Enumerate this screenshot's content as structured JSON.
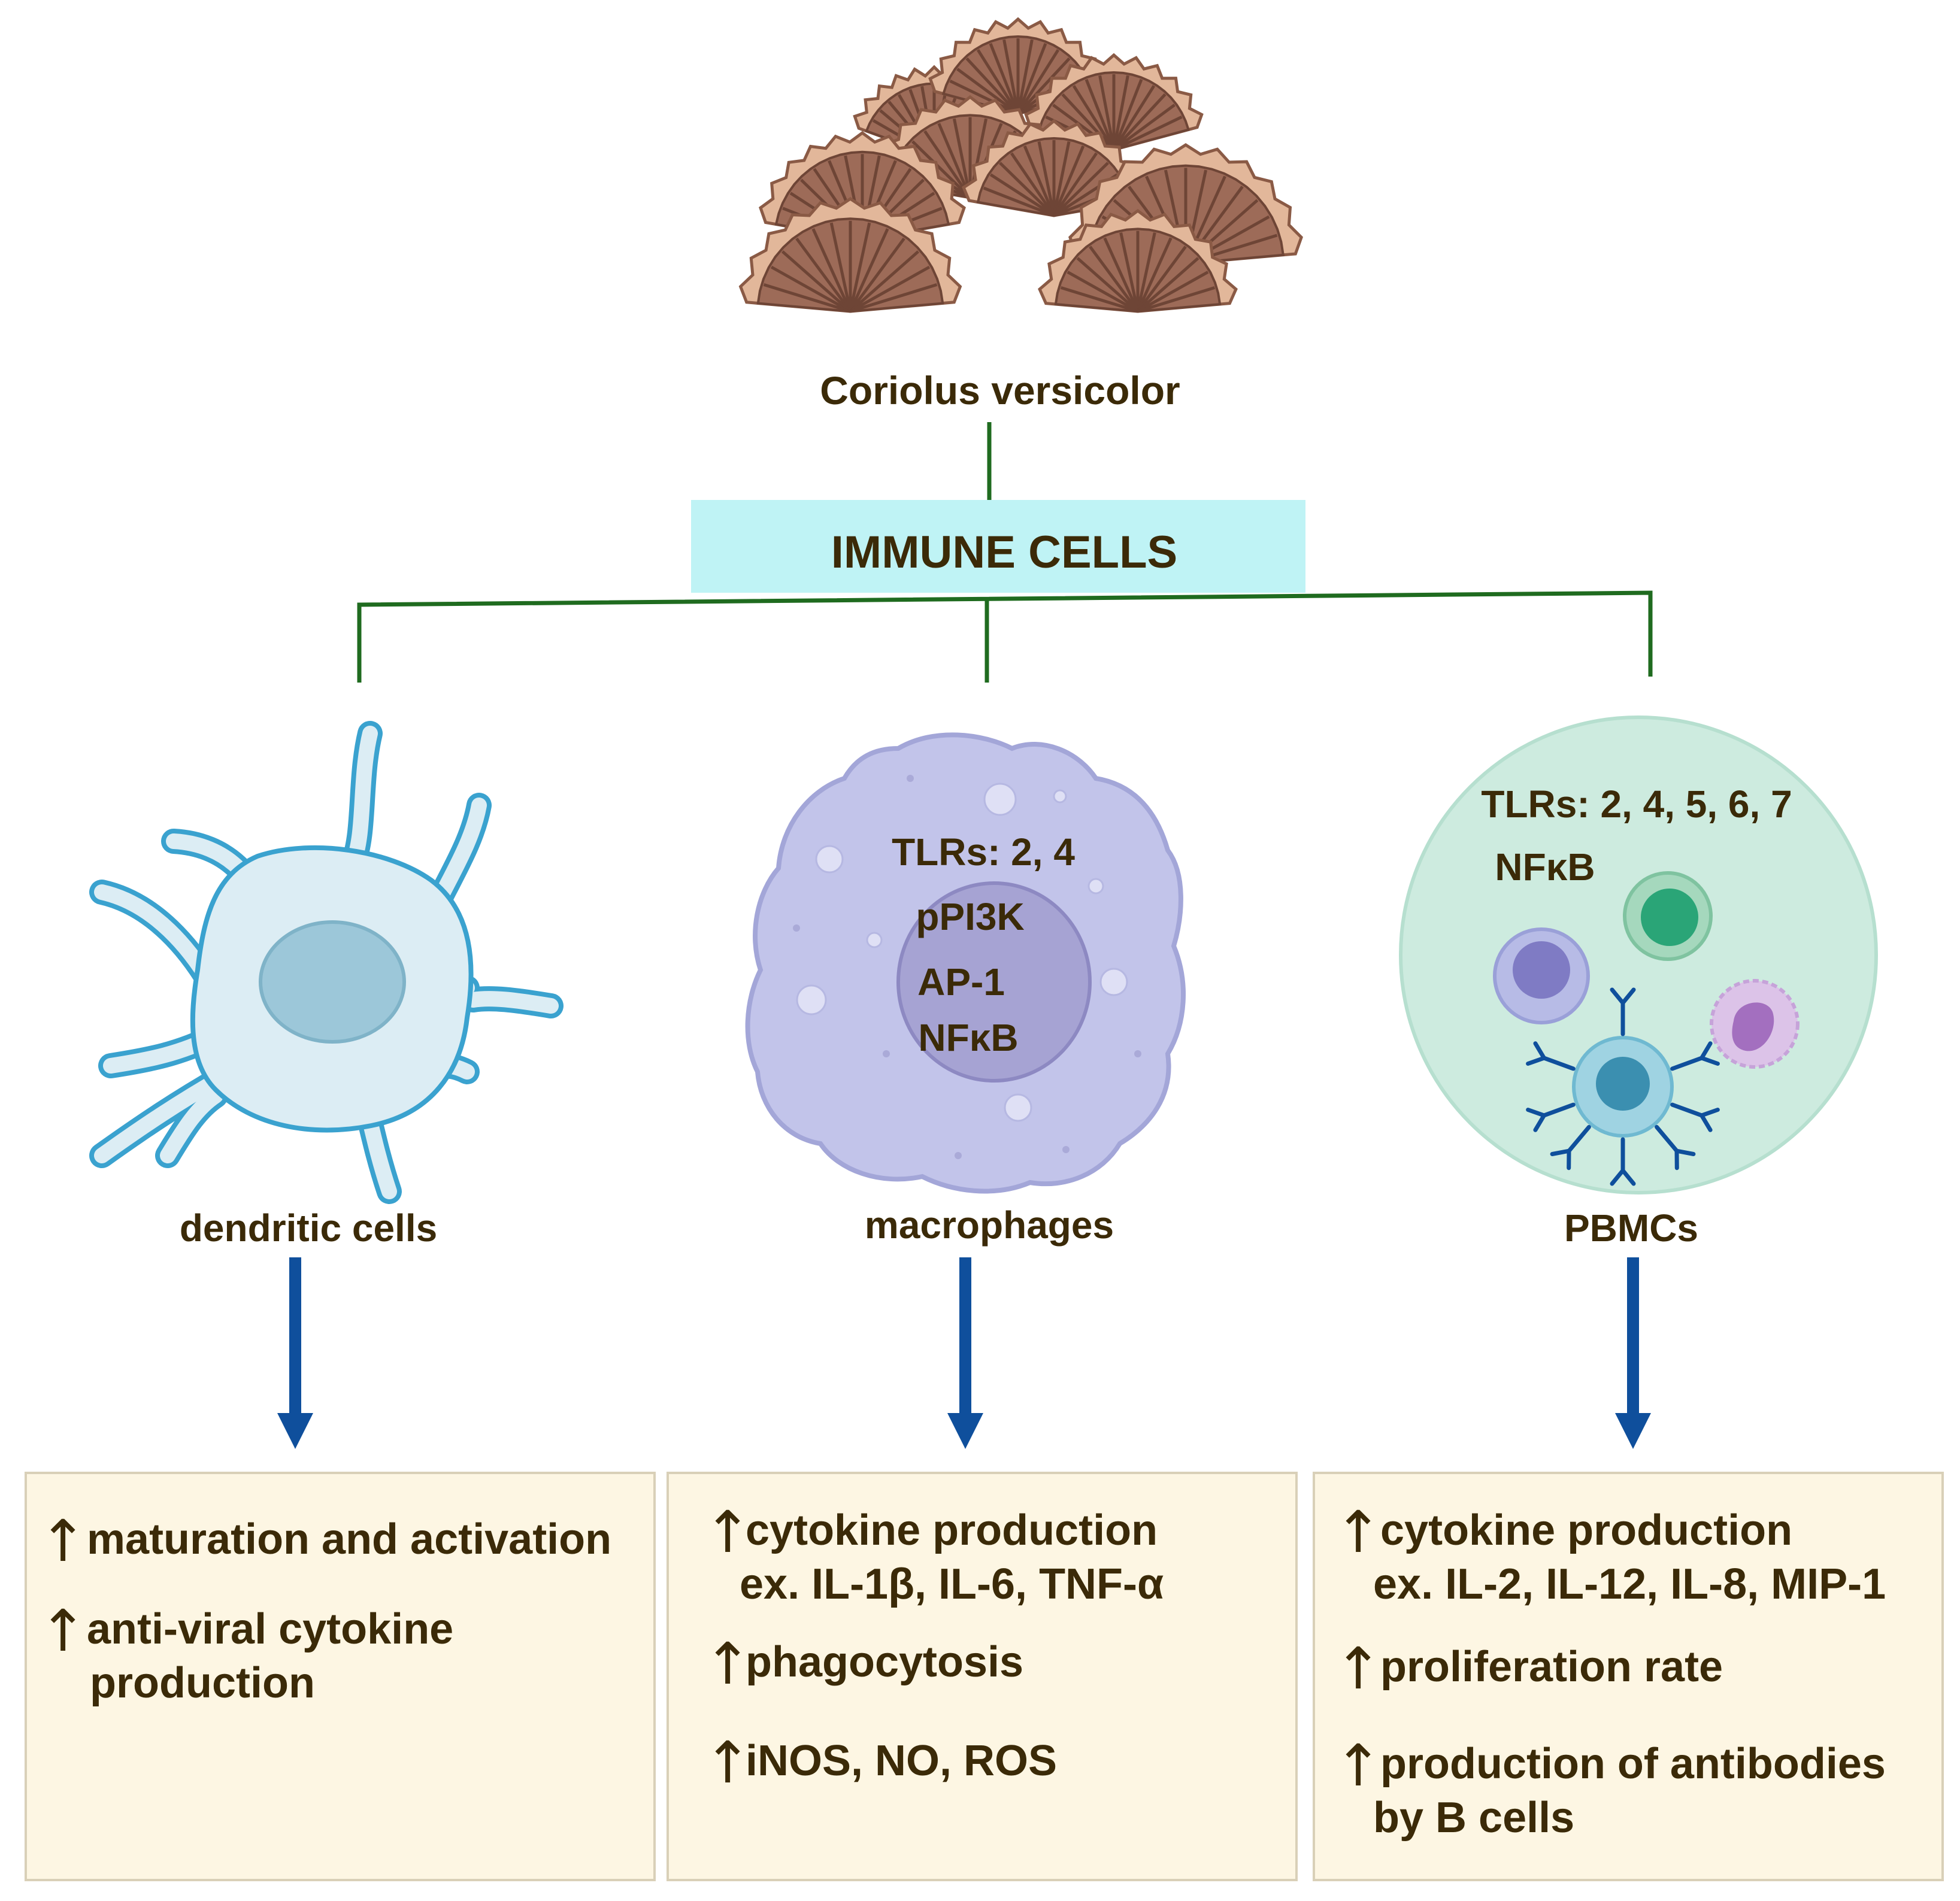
{
  "source": {
    "label": "Coriolus versicolor",
    "icon": "bracket-fungus-icon"
  },
  "hub": {
    "label": "IMMUNE CELLS",
    "color": "#bff3f5"
  },
  "connector_color": "#1f6b1f",
  "flow_arrow_color": "#0f4f9c",
  "increase_symbol": "↑",
  "cells": [
    {
      "id": "dendritic",
      "label": "dendritic cells",
      "icon": "dendritic-cell-icon",
      "markers": [],
      "effects": [
        {
          "lines": [
            "maturation and activation"
          ]
        },
        {
          "lines": [
            "anti-viral cytokine",
            "production"
          ]
        }
      ]
    },
    {
      "id": "macrophage",
      "label": "macrophages",
      "icon": "macrophage-icon",
      "markers": [
        "TLRs: 2, 4",
        "pPI3K",
        "AP-1",
        "NFκB"
      ],
      "effects": [
        {
          "lines": [
            "cytokine production",
            "ex. IL-1β, IL-6, TNF-α"
          ]
        },
        {
          "lines": [
            "phagocytosis"
          ]
        },
        {
          "lines": [
            "iNOS, NO, ROS"
          ]
        }
      ]
    },
    {
      "id": "pbmc",
      "label": "PBMCs",
      "icon": "pbmc-cluster-icon",
      "markers": [
        "TLRs: 2, 4, 5, 6, 7",
        "NFκB"
      ],
      "effects": [
        {
          "lines": [
            "cytokine production",
            "ex. IL-2, IL-12, IL-8, MIP-1"
          ]
        },
        {
          "lines": [
            "proliferation rate"
          ]
        },
        {
          "lines": [
            "production of antibodies",
            "by B cells"
          ]
        }
      ]
    }
  ],
  "effect_box_color": "#fdf6e3"
}
